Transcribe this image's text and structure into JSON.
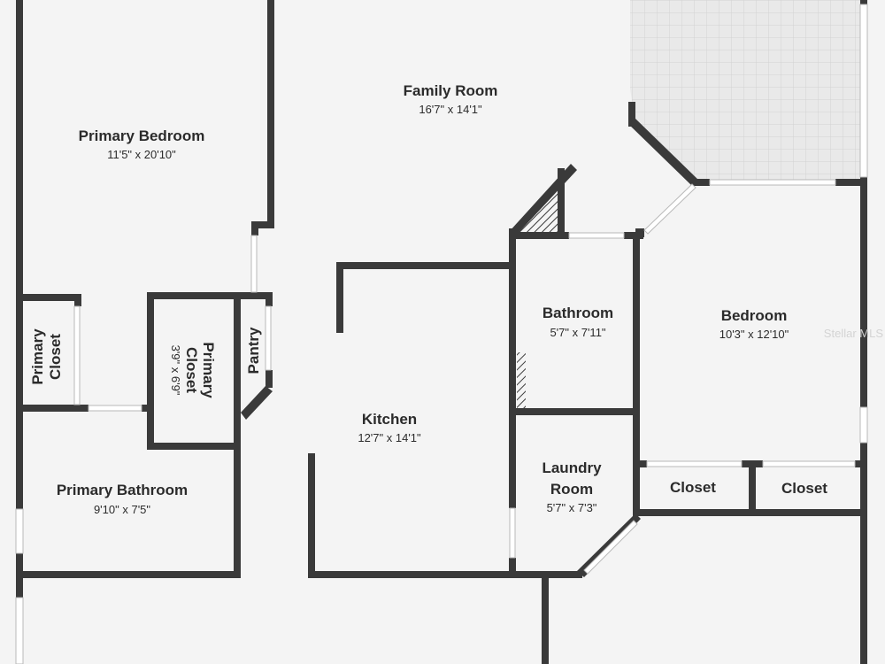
{
  "rooms": {
    "family_room": {
      "name": "Family Room",
      "dims": "16'7\" x 14'1\""
    },
    "primary_bedroom": {
      "name": "Primary Bedroom",
      "dims": "11'5\" x 20'10\""
    },
    "bathroom": {
      "name": "Bathroom",
      "dims": "5'7\" x 7'11\""
    },
    "bedroom": {
      "name": "Bedroom",
      "dims": "10'3\" x 12'10\""
    },
    "primary_closet_left": {
      "name_line1": "Primary",
      "name_line2": "Closet"
    },
    "primary_closet_center": {
      "name_line1": "Primary",
      "name_line2": "Closet",
      "dims": "3'9\" x 6'9\""
    },
    "pantry": {
      "name": "Pantry"
    },
    "kitchen": {
      "name": "Kitchen",
      "dims": "12'7\" x 14'1\""
    },
    "laundry_room": {
      "name_line1": "Laundry",
      "name_line2": "Room",
      "dims": "5'7\" x 7'3\""
    },
    "closet_1": {
      "name": "Closet"
    },
    "closet_2": {
      "name": "Closet"
    },
    "primary_bathroom": {
      "name": "Primary Bathroom",
      "dims": "9'10\" x 7'5\""
    }
  },
  "watermark": "Stellar MLS",
  "colors": {
    "wall": "#3a3a3a",
    "floor": "#f4f4f4",
    "window": "#ffffff",
    "patio_tile": "#e2e2e2"
  }
}
